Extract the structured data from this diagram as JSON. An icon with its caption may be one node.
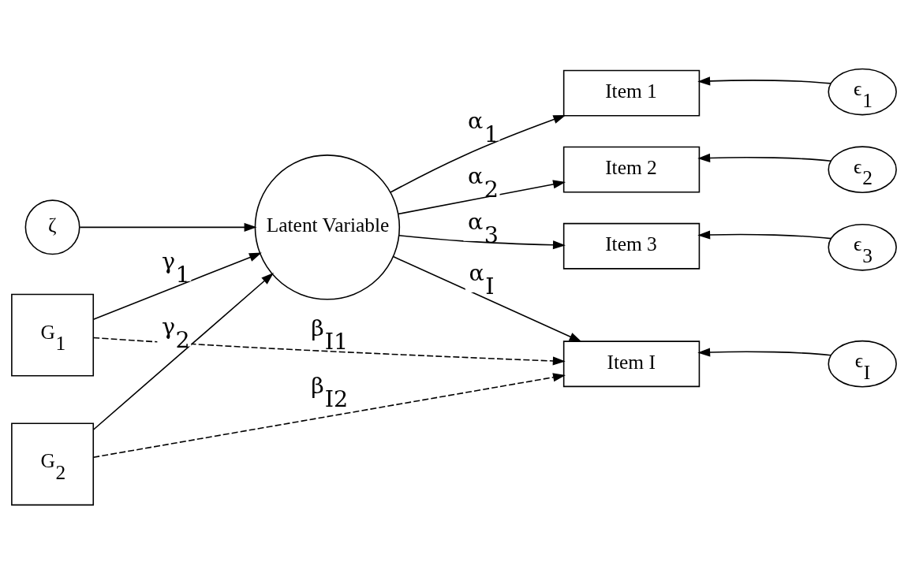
{
  "diagram": {
    "nodes": [
      {
        "text": [
          "ζ"
        ]
      },
      {
        "text": [
          "Latent Variable"
        ]
      },
      {
        "text": [
          "G$_{1}$"
        ]
      },
      {
        "text": [
          "G$_{2}$"
        ]
      },
      {
        "text": [
          "Item 1"
        ]
      },
      {
        "text": [
          "Item 2"
        ]
      },
      {
        "text": [
          "Item 3"
        ]
      },
      {
        "text": [
          "Item I"
        ]
      },
      {
        "text": [
          "ϵ$_{1}$"
        ]
      },
      {
        "text": [
          "ϵ$_{2}$"
        ]
      },
      {
        "text": [
          "ϵ$_{3}$"
        ]
      },
      {
        "text": [
          "ϵ$_{I}$"
        ]
      }
    ],
    "edges": [
      {
        "from": 0,
        "to": 1,
        "arrow": "to"
      },
      {
        "from": 2,
        "to": 1,
        "arrow": "to",
        "label": "γ$_{1}$"
      },
      {
        "from": 3,
        "to": 1,
        "arrow": "to",
        "label": "γ$_{2}$"
      },
      {
        "from": 1,
        "to": 4,
        "arrow": "to",
        "label": "α$_{1}$"
      },
      {
        "from": 1,
        "to": 5,
        "arrow": "to",
        "label": "α$_{2}$"
      },
      {
        "from": 1,
        "to": 6,
        "arrow": "to",
        "label": "α$_{3}$"
      },
      {
        "from": 1,
        "to": 7,
        "arrow": "to",
        "label": "α$_{I}$"
      },
      {
        "from": 2,
        "to": 7,
        "arrow": "to",
        "label": "β$_{I1}$",
        "style": "dashed"
      },
      {
        "from": 3,
        "to": 7,
        "arrow": "to",
        "label": "β$_{I2}$",
        "style": "dashed"
      },
      {
        "from": 8,
        "to": 4,
        "arrow": "to"
      },
      {
        "from": 9,
        "to": 5,
        "arrow": "to"
      },
      {
        "from": 10,
        "to": 6,
        "arrow": "to"
      },
      {
        "from": 11,
        "to": 7,
        "arrow": "to"
      }
    ]
  }
}
